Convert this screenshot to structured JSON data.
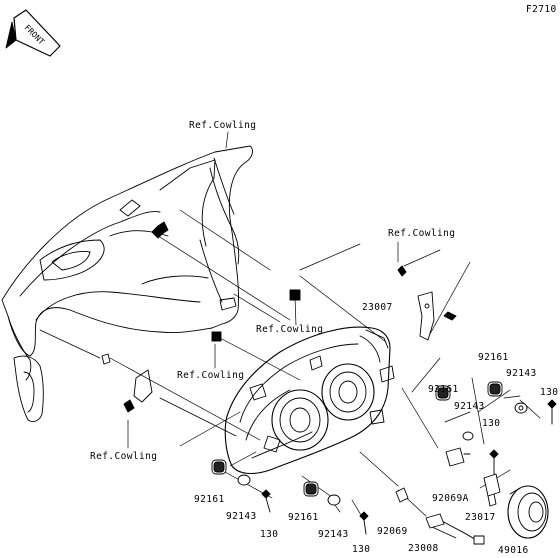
{
  "figure_code": "F2710",
  "front_label": "FRONT",
  "labels": {
    "ref_cowling_1": "Ref.Cowling",
    "ref_cowling_2": "Ref.Cowling",
    "ref_cowling_3": "Ref.Cowling",
    "ref_cowling_4": "Ref.Cowling",
    "ref_cowling_5": "Ref.Cowling"
  },
  "parts": {
    "p23007": "23007",
    "p92161_a": "92161",
    "p92143_a": "92143",
    "p130_a": "130",
    "p92161_b": "92161",
    "p92143_b": "92143",
    "p130_b": "130",
    "p92069A": "92069A",
    "p23017": "23017",
    "p49016": "49016",
    "p92161_c": "92161",
    "p92143_c": "92143",
    "p130_c": "130",
    "p92161_d": "92161",
    "p92143_d": "92143",
    "p130_d": "130",
    "p92069": "92069",
    "p23008": "23008"
  }
}
